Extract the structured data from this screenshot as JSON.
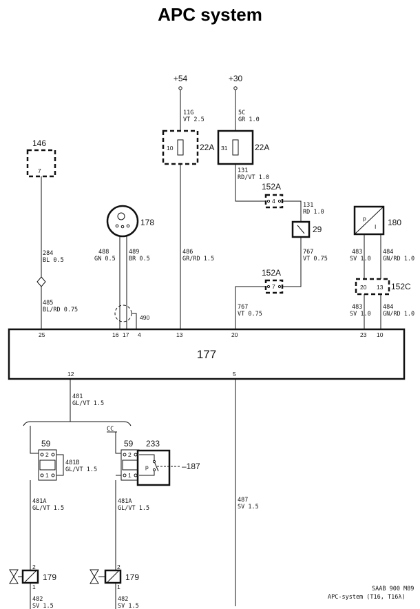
{
  "title": "APC system",
  "supply": {
    "plus54": "+54",
    "plus30": "+30"
  },
  "components": {
    "c146": "146",
    "c22a": "22A",
    "c178": "178",
    "c152a": "152A",
    "c29": "29",
    "c180": "180",
    "c152c": "152C",
    "c490": "490",
    "c177": "177",
    "c59": "59",
    "c233": "233",
    "c187": "–187",
    "c179": "179",
    "cc": "CC"
  },
  "pins": {
    "f10": "10",
    "f31": "31",
    "p7": "7",
    "p4": "4",
    "p20": "20",
    "p13": "13",
    "p25": "25",
    "p16": "16",
    "p17": "17",
    "p4b": "4",
    "p13b": "13",
    "p20b": "20",
    "p23": "23",
    "p10": "10",
    "p12": "12",
    "p5": "5",
    "p2": "2",
    "p1": "1",
    "sp": "p",
    "sI": "I"
  },
  "wires": {
    "w11g": [
      "11G",
      "VT 2.5"
    ],
    "w5c": [
      "5C",
      "GR 1.0"
    ],
    "w131a": [
      "131",
      "RD/VT 1.0"
    ],
    "w131b": [
      "131",
      "RD 1.0"
    ],
    "w767a": [
      "767",
      "VT 0.75"
    ],
    "w767b": [
      "767",
      "VT 0.75"
    ],
    "w284": [
      "284",
      "BL 0.5"
    ],
    "w485": [
      "485",
      "BL/RD 0.75"
    ],
    "w488": [
      "488",
      "GN 0.5"
    ],
    "w489": [
      "489",
      "BR 0.5"
    ],
    "w486": [
      "486",
      "GR/RD 1.5"
    ],
    "w483a": [
      "483",
      "SV 1.0"
    ],
    "w484a": [
      "484",
      "GN/RD 1.0"
    ],
    "w483b": [
      "483",
      "SV 1.0"
    ],
    "w484b": [
      "484",
      "GN/RD 1.0"
    ],
    "w481": [
      "481",
      "GL/VT 1.5"
    ],
    "w481b": [
      "481B",
      "GL/VT 1.5"
    ],
    "w481a1": [
      "481A",
      "GL/VT 1.5"
    ],
    "w481a2": [
      "481A",
      "GL/VT 1.5"
    ],
    "w487": [
      "487",
      "SV 1.5"
    ],
    "w482a": [
      "482",
      "SV 1.5"
    ],
    "w482b": [
      "482",
      "SV 1.5"
    ]
  },
  "footer": {
    "line1": "SAAB 900 M89",
    "line2": "APC-system (T16, T16λ)"
  }
}
